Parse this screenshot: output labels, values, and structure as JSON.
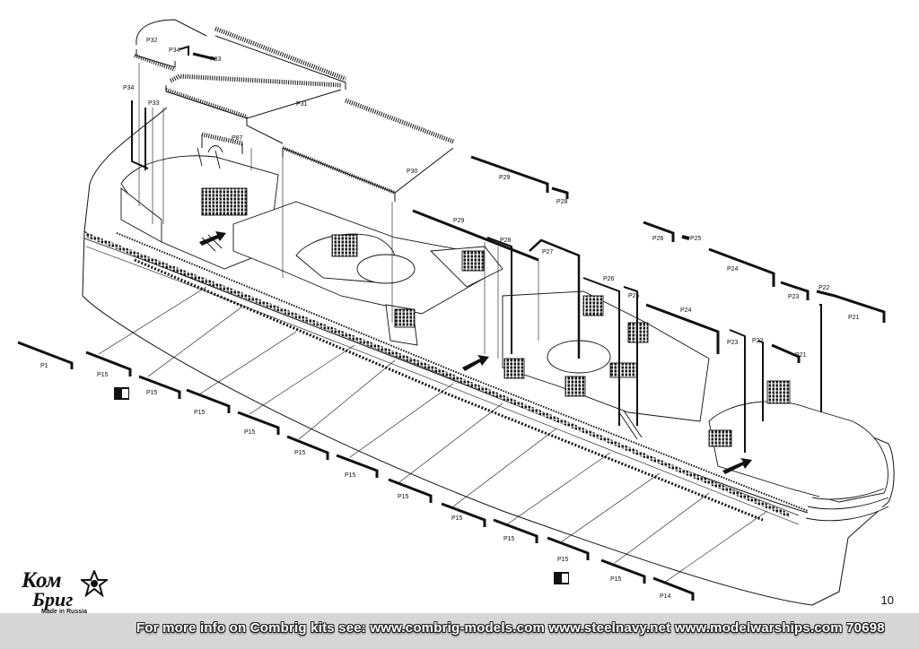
{
  "page": {
    "number": "10"
  },
  "footer": {
    "text": "For more info on Combrig kits see: www.combrig-models.com www.steelnavy.net  www.modelwarships.com  70698"
  },
  "logo": {
    "line1": "Ком",
    "line2": "Бриг",
    "tagline": "Made in Russia",
    "icon": "star-icon"
  },
  "parts": {
    "p32": "P32",
    "p34a": "P34",
    "p33a": "P33",
    "p34b": "P34",
    "p33b": "P33",
    "p31": "P31",
    "p87": "P87",
    "p30": "P30",
    "p29a": "P29",
    "p28a": "P28",
    "p29b": "P29",
    "p28b": "P28",
    "p27": "P27",
    "p26a": "P26",
    "p25a": "P25",
    "p24a": "P24",
    "p23a": "P23",
    "p22a": "P22",
    "p21a": "P21",
    "p26b": "P26",
    "p25b": "P25",
    "p24b": "P24",
    "p23b": "P23",
    "p22b": "P22",
    "p21b": "P21",
    "p1": "P1",
    "p15": "P15",
    "p14": "P14"
  }
}
